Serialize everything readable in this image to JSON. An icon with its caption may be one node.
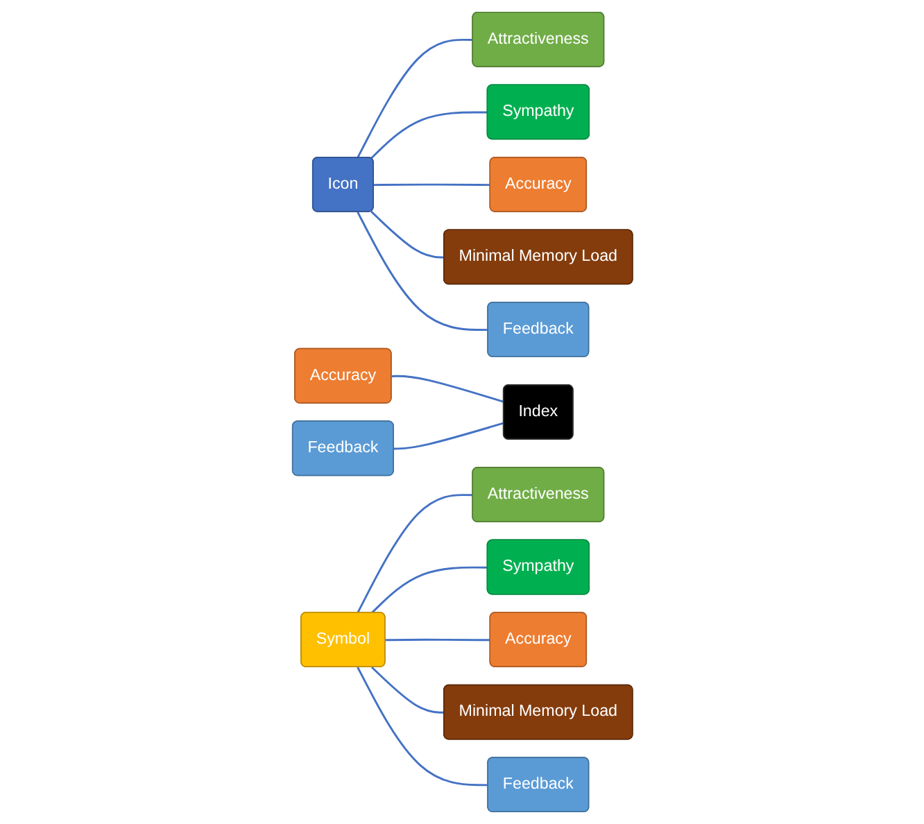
{
  "diagram": {
    "nodes": [
      {
        "text": [
          "Icon"
        ]
      },
      {
        "text": [
          "Attractiveness"
        ]
      },
      {
        "text": [
          "Sympathy"
        ]
      },
      {
        "text": [
          "Accuracy"
        ]
      },
      {
        "text": [
          "Minimal Memory Load"
        ]
      },
      {
        "text": [
          "Feedback"
        ]
      },
      {
        "text": [
          "Accuracy"
        ]
      },
      {
        "text": [
          "Feedback"
        ]
      },
      {
        "text": [
          "Index"
        ]
      },
      {
        "text": [
          "Symbol"
        ]
      },
      {
        "text": [
          "Attractiveness"
        ]
      },
      {
        "text": [
          "Sympathy"
        ]
      },
      {
        "text": [
          "Accuracy"
        ]
      },
      {
        "text": [
          "Minimal Memory Load"
        ]
      },
      {
        "text": [
          "Feedback"
        ]
      }
    ],
    "edges": [
      {
        "from": 0,
        "to": 1,
        "arrow": "none"
      },
      {
        "from": 0,
        "to": 2,
        "arrow": "none"
      },
      {
        "from": 0,
        "to": 3,
        "arrow": "none"
      },
      {
        "from": 0,
        "to": 4,
        "arrow": "none"
      },
      {
        "from": 0,
        "to": 5,
        "arrow": "none"
      },
      {
        "from": 6,
        "to": 8,
        "arrow": "none"
      },
      {
        "from": 7,
        "to": 8,
        "arrow": "none"
      },
      {
        "from": 9,
        "to": 10,
        "arrow": "none"
      },
      {
        "from": 9,
        "to": 11,
        "arrow": "none"
      },
      {
        "from": 9,
        "to": 12,
        "arrow": "none"
      },
      {
        "from": 9,
        "to": 13,
        "arrow": "none"
      },
      {
        "from": 9,
        "to": 14,
        "arrow": "none"
      }
    ]
  }
}
